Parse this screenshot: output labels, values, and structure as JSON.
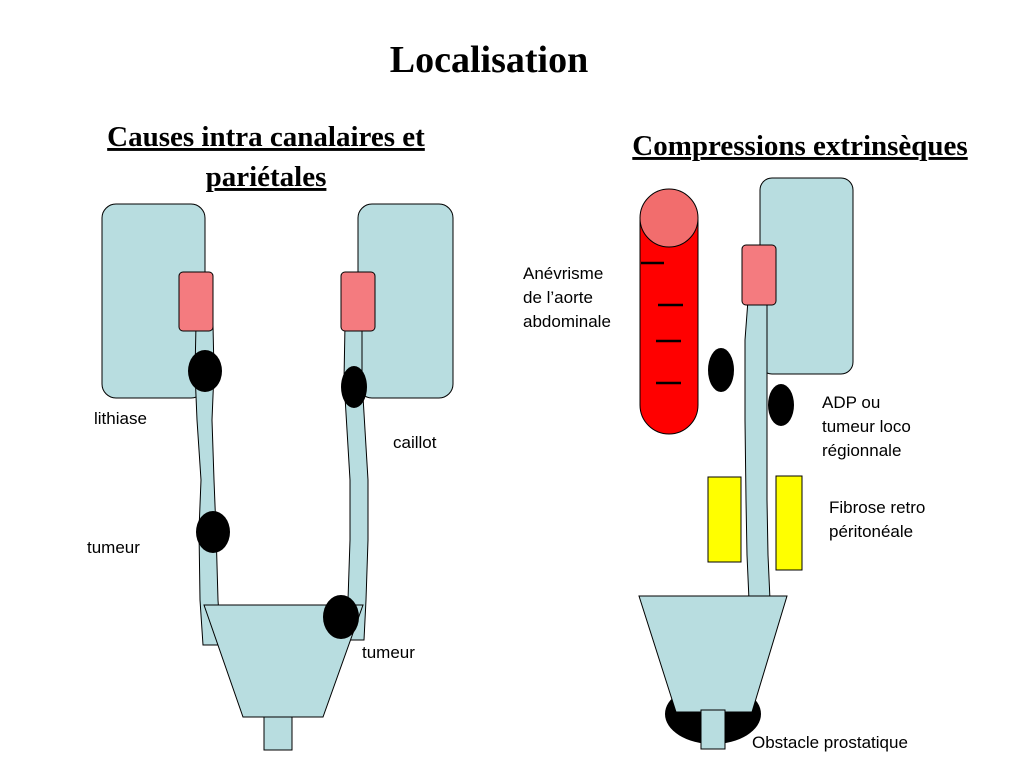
{
  "title": "Localisation",
  "left": {
    "heading_line1": "Causes intra canalaires et",
    "heading_line2": "pariétales",
    "labels": {
      "lithiase": "lithiase",
      "caillot": "caillot",
      "tumeur_left": "tumeur",
      "tumeur_right": "tumeur"
    }
  },
  "right": {
    "heading": "Compressions extrinsèques",
    "labels": {
      "anevrisme_1": "Anévrisme",
      "anevrisme_2": "de l’aorte",
      "anevrisme_3": "abdominale",
      "adp_1": "ADP ou",
      "adp_2": "tumeur loco",
      "adp_3": "régionnale",
      "fibrose_1": "Fibrose retro",
      "fibrose_2": "péritonéale",
      "obstacle": "Obstacle prostatique"
    }
  },
  "colors": {
    "kidney": "#b8dde0",
    "pelvis": "#f47b7f",
    "aorta": "#ff0000",
    "aorta_top": "#f26d6d",
    "lesion": "#000000",
    "fibrosis": "#ffff00"
  }
}
